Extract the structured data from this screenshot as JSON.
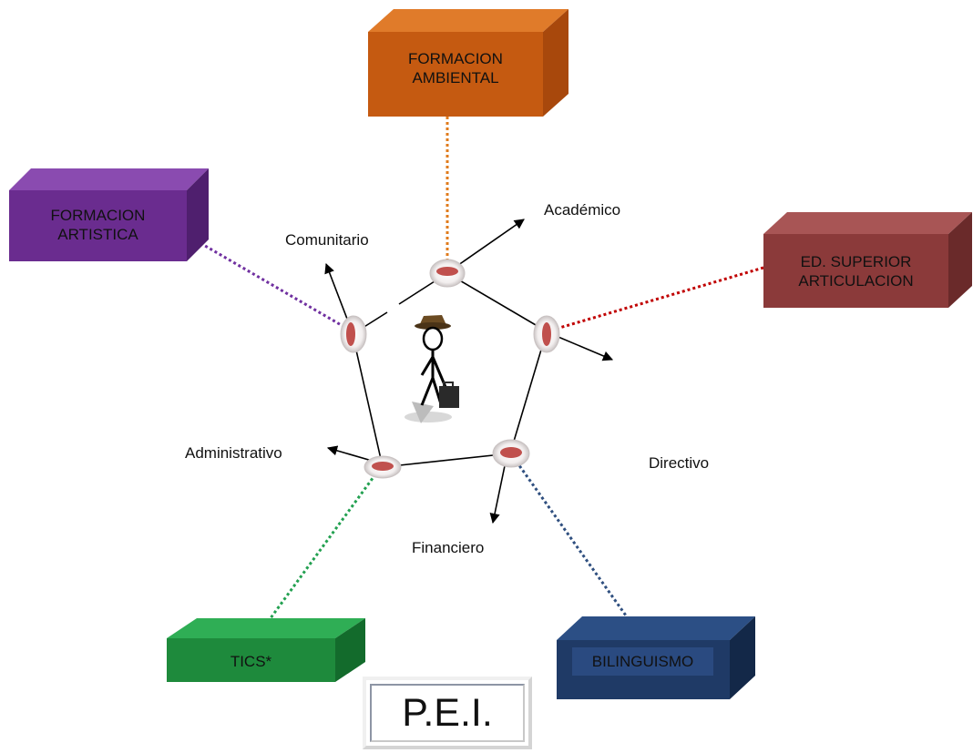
{
  "diagram": {
    "axes": {
      "academico": "Académico",
      "comunitario": "Comunitario",
      "directivo": "Directivo",
      "administrativo": "Administrativo",
      "financiero": "Financiero"
    },
    "boxes": {
      "formacion_ambiental": {
        "line1": "FORMACION",
        "line2": "AMBIENTAL",
        "color": "#c55a11"
      },
      "formacion_artistica": {
        "line1": "FORMACION",
        "line2": "ARTISTICA",
        "color": "#6a2c8f"
      },
      "ed_superior": {
        "line1": "ED. SUPERIOR",
        "line2": "ARTICULACION",
        "color": "#8b3a3a"
      },
      "tics": {
        "label": "TICS*",
        "color": "#1e8a3c"
      },
      "bilinguismo": {
        "label": "BILINGUISMO",
        "color": "#1f3a66"
      }
    },
    "center_title": "P.E.I.",
    "center_icon": "stick-figure-with-hat-and-briefcase-icon",
    "node_color": "#c0504d"
  }
}
